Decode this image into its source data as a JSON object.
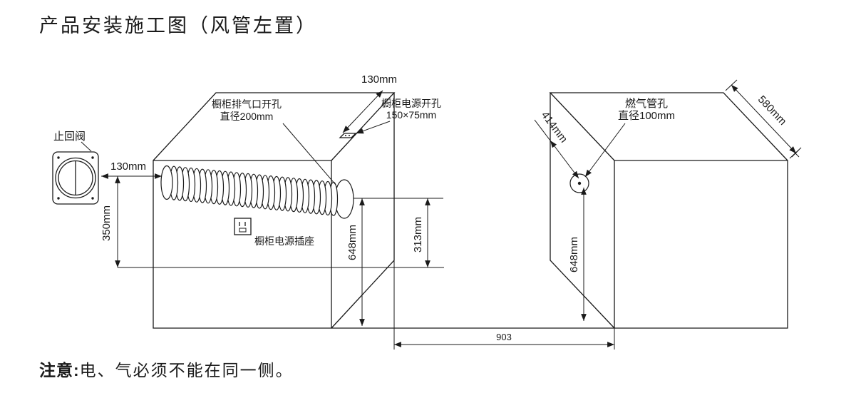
{
  "title": "产品安装施工图（风管左置）",
  "note": {
    "prefix": "注意:",
    "text": "电、气必须不能在同一侧。"
  },
  "colors": {
    "line": "#1a1a1a",
    "background": "#ffffff"
  },
  "labels": {
    "check_valve": "止回阀",
    "exhaust_hole": {
      "line1": "橱柜排气口开孔",
      "line2": "直径200mm"
    },
    "power_hole": {
      "line1": "橱柜电源开孔",
      "line2": "150×75mm"
    },
    "power_socket": "橱柜电源插座",
    "gas_hole": {
      "line1": "燃气管孔",
      "line2": "直径100mm"
    }
  },
  "dimensions": {
    "valve_to_duct": "130mm",
    "duct_center_height": "350mm",
    "power_hole_edge_offset": "130mm",
    "exhaust_center_height": "648mm",
    "exhaust_to_counter": "313mm",
    "gas_hole_depth": "414mm",
    "gas_hole_height": "648mm",
    "cabinet_depth": "580mm",
    "cabinet_gap": "903"
  }
}
